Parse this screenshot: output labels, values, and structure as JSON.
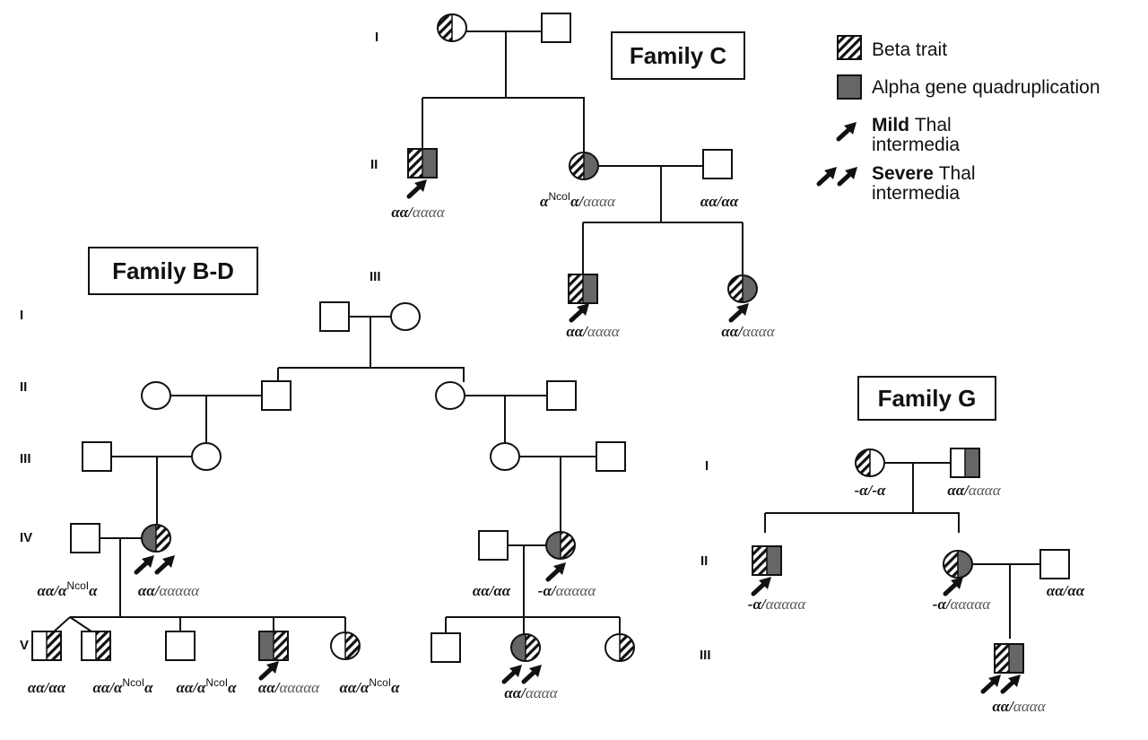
{
  "colors": {
    "line": "#111111",
    "fill_quad": "#666666",
    "background": "#ffffff",
    "geno_secondary": "#555555"
  },
  "legend": {
    "items": [
      {
        "symbol": "hatched-square",
        "label": "Beta trait"
      },
      {
        "symbol": "filled-square",
        "label": "Alpha gene quadruplication"
      },
      {
        "symbol": "single-arrow",
        "bold": "Mild",
        "label": "Thal",
        "label2": "intermedia"
      },
      {
        "symbol": "double-arrow",
        "bold": "Severe",
        "label": "Thal",
        "label2": "intermedia"
      }
    ]
  },
  "families": {
    "C": {
      "title": "Family C",
      "generations": [
        "I",
        "II",
        "III"
      ],
      "genotypes": {
        "II_1": {
          "pre": "αα/",
          "grey": "αααα"
        },
        "II_2": {
          "pre": "α",
          "sup": "NcoI",
          "mid": "α/",
          "grey": "αααα"
        },
        "II_3": {
          "pre": "αα/αα",
          "grey": ""
        },
        "III_1": {
          "pre": "αα/",
          "grey": "αααα"
        },
        "III_2": {
          "pre": "αα/",
          "grey": "αααα"
        }
      }
    },
    "BD": {
      "title": "Family B-D",
      "generations": [
        "I",
        "II",
        "III",
        "IV",
        "V"
      ],
      "genotypes": {
        "IV_1": {
          "pre": "αα/α",
          "sup": "NcoI",
          "mid": "α",
          "grey": ""
        },
        "IV_2": {
          "pre": "αα/",
          "grey": "ααααα"
        },
        "IV_3": {
          "pre": "αα/αα",
          "grey": ""
        },
        "IV_4": {
          "pre": "-α/",
          "grey": "ααααα"
        },
        "V_1": {
          "pre": "αα/αα",
          "grey": ""
        },
        "V_2": {
          "pre": "αα/α",
          "sup": "NcoI",
          "mid": "α",
          "grey": ""
        },
        "V_3": {
          "pre": "αα/α",
          "sup": "NcoI",
          "mid": "α",
          "grey": ""
        },
        "V_4": {
          "pre": "αα/",
          "grey": "ααααα"
        },
        "V_5": {
          "pre": "αα/α",
          "sup": "NcoI",
          "mid": "α",
          "grey": ""
        },
        "V_6": {
          "pre": "αα/",
          "grey": "αααα"
        }
      }
    },
    "G": {
      "title": "Family G",
      "generations": [
        "I",
        "II",
        "III"
      ],
      "genotypes": {
        "I_1": {
          "pre": "-α/-α",
          "grey": ""
        },
        "I_2": {
          "pre": "αα/",
          "grey": "αααα"
        },
        "II_1": {
          "pre": "-α/",
          "grey": "ααααα"
        },
        "II_2": {
          "pre": "-α/",
          "grey": "ααααα"
        },
        "II_3": {
          "pre": "αα/αα",
          "grey": ""
        },
        "III_1": {
          "pre": "αα/",
          "grey": "αααα"
        }
      }
    }
  }
}
